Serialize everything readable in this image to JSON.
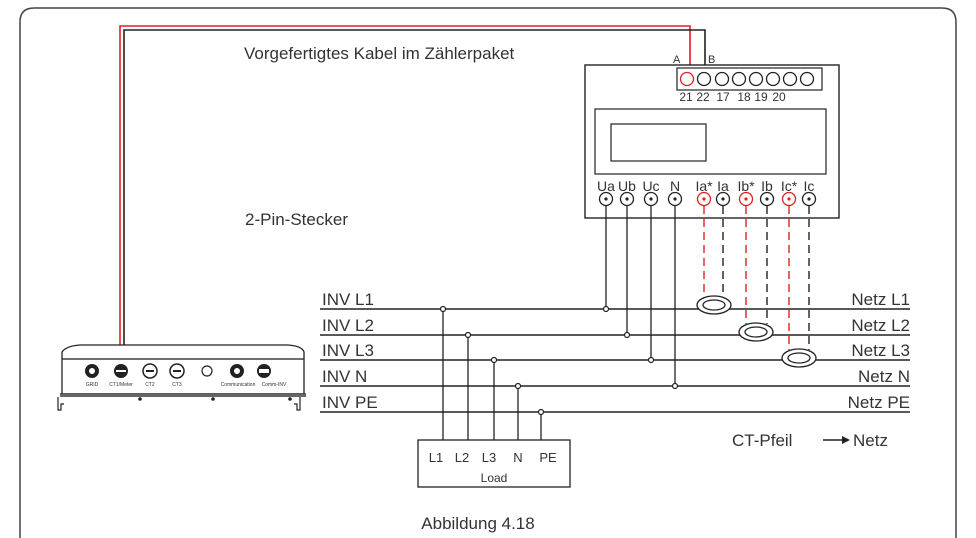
{
  "cable_label": "Vorgefertigtes Kabel im Zählerpaket",
  "connector_label": "2-Pin-Stecker",
  "caption": "Abbildung 4.18",
  "ct_arrow_label": "CT-Pfeil",
  "ct_arrow_target": "Netz",
  "meter": {
    "top_letters": [
      "A",
      "B"
    ],
    "top_terminals": [
      "21",
      "22",
      "17",
      "18",
      "19",
      "20"
    ],
    "bottom_terminals": [
      "Ua",
      "Ub",
      "Uc",
      "N",
      "Ia*",
      "Ia",
      "Ib*",
      "Ib",
      "Ic*",
      "Ic"
    ]
  },
  "lines_left": [
    "INV L1",
    "INV L2",
    "INV L3",
    "INV N",
    "INV PE"
  ],
  "lines_right": [
    "Netz L1",
    "Netz L2",
    "Netz L3",
    "Netz N",
    "Netz PE"
  ],
  "load": {
    "terminals": [
      "L1",
      "L2",
      "L3",
      "N",
      "PE"
    ],
    "label": "Load"
  },
  "inverter": {
    "ports": [
      "GRID",
      "CT1/Meter",
      "CT2",
      "CT3",
      "Communication",
      "Comm-INV"
    ]
  },
  "colors": {
    "cable_red": "#e02020",
    "ct_dashed_red": "#e02020",
    "line": "#222222"
  }
}
